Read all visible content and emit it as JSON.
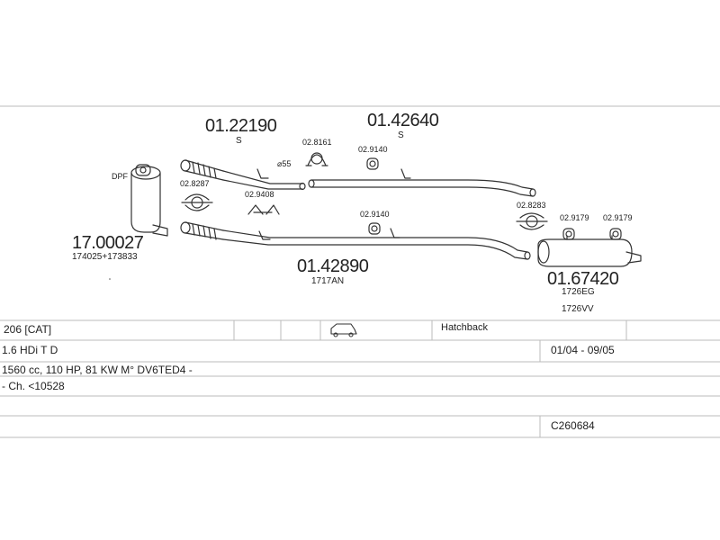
{
  "diagram": {
    "parts": {
      "dpf_label": "DPF",
      "dpf_code": "17.00027",
      "dpf_sub": "174025+173833",
      "front_pipe_code": "01.22190",
      "front_pipe_s": "S",
      "mid_pipe_code": "01.42640",
      "mid_pipe_s": "S",
      "lower_pipe_code": "01.42890",
      "lower_pipe_sub": "1717AN",
      "rear_muffler_code": "01.67420",
      "rear_muffler_sub1": "1726EG",
      "rear_muffler_sub2": "1726VV",
      "clamp_8161": "02.8161",
      "clamp_9140_top": "02.9140",
      "clamp_9140_low": "02.9140",
      "gasket_8287": "02.8287",
      "hanger_9408": "02.9408",
      "clamp_8283": "02.8283",
      "rubber_9179_a": "02.9179",
      "rubber_9179_b": "02.9179",
      "diameter": "⌀55"
    },
    "colors": {
      "line": "#333333",
      "rule": "#bbbbbb"
    }
  },
  "table": {
    "model": "206  [CAT]",
    "body_icon": "hatchback-car-icon",
    "body_type": "Hatchback",
    "engine": "1.6 HDi T D",
    "dates": "01/04 - 09/05",
    "specs": "1560 cc, 110 HP, 81 KW M° DV6TED4 -",
    "chassis": "- Ch. <10528",
    "code": "C260684"
  }
}
